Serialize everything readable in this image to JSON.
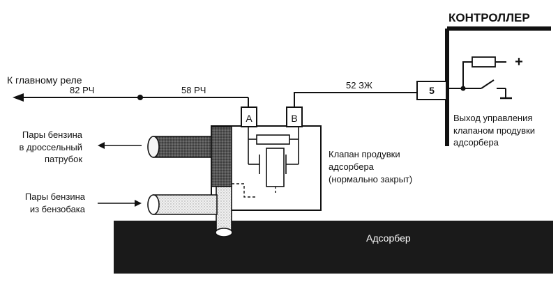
{
  "controller": {
    "title": "КОНТРОЛЛЕР",
    "pin": "5",
    "plus_sign": "+",
    "output_label": [
      "Выход управления",
      "клапаном продувки",
      "адсорбера"
    ]
  },
  "wires": {
    "main_relay": "К главному реле",
    "wire_82": "82 РЧ",
    "wire_58": "58 РЧ",
    "wire_52": "52 ЗЖ"
  },
  "valve": {
    "pin_a": "А",
    "pin_b": "В",
    "label": [
      "Клапан продувки",
      "адсорбера",
      "(нормально закрыт)"
    ]
  },
  "vapors": {
    "throttle": [
      "Пары бензина",
      "в дроссельный",
      "патрубок"
    ],
    "tank": [
      "Пары бензина",
      "из бензобака"
    ]
  },
  "adsorber": {
    "label": "Адсорбер",
    "color": "#1a1a1a"
  },
  "colors": {
    "ink": "#111111",
    "pipe_dark": "#4a4a4a",
    "pipe_light": "#e6e6e6"
  }
}
